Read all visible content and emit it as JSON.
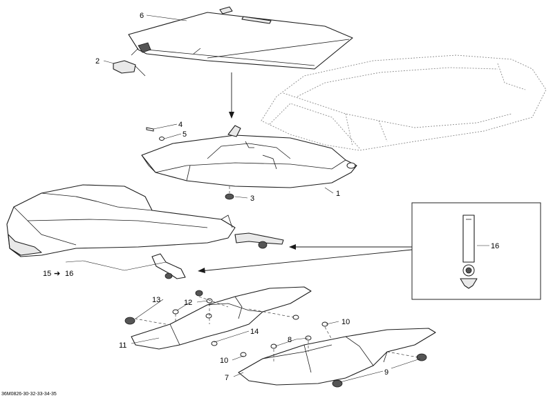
{
  "callouts": {
    "c1": "1",
    "c2": "2",
    "c3": "3",
    "c4": "4",
    "c5": "5",
    "c6": "6",
    "c7": "7",
    "c8": "8",
    "c9": "9",
    "c10a": "10",
    "c10b": "10",
    "c11": "11",
    "c12": "12",
    "c13": "13",
    "c14": "14",
    "c15": "15",
    "c15to": "16",
    "c16": "16"
  },
  "reference_code": "36M0826-30-32-33-34-35"
}
